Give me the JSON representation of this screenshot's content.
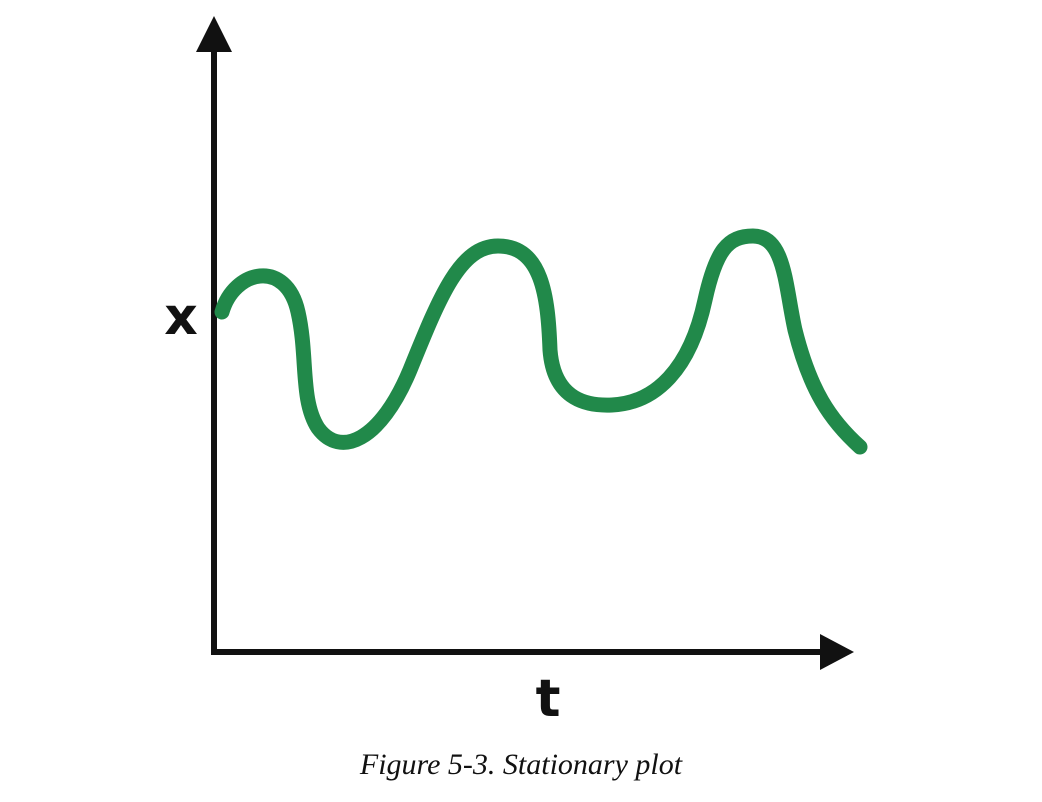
{
  "figure": {
    "y_label": "x",
    "x_label": "t",
    "caption": "Figure 5-3. Stationary plot"
  },
  "colors": {
    "curve": "#21894a",
    "axis": "#111111"
  }
}
